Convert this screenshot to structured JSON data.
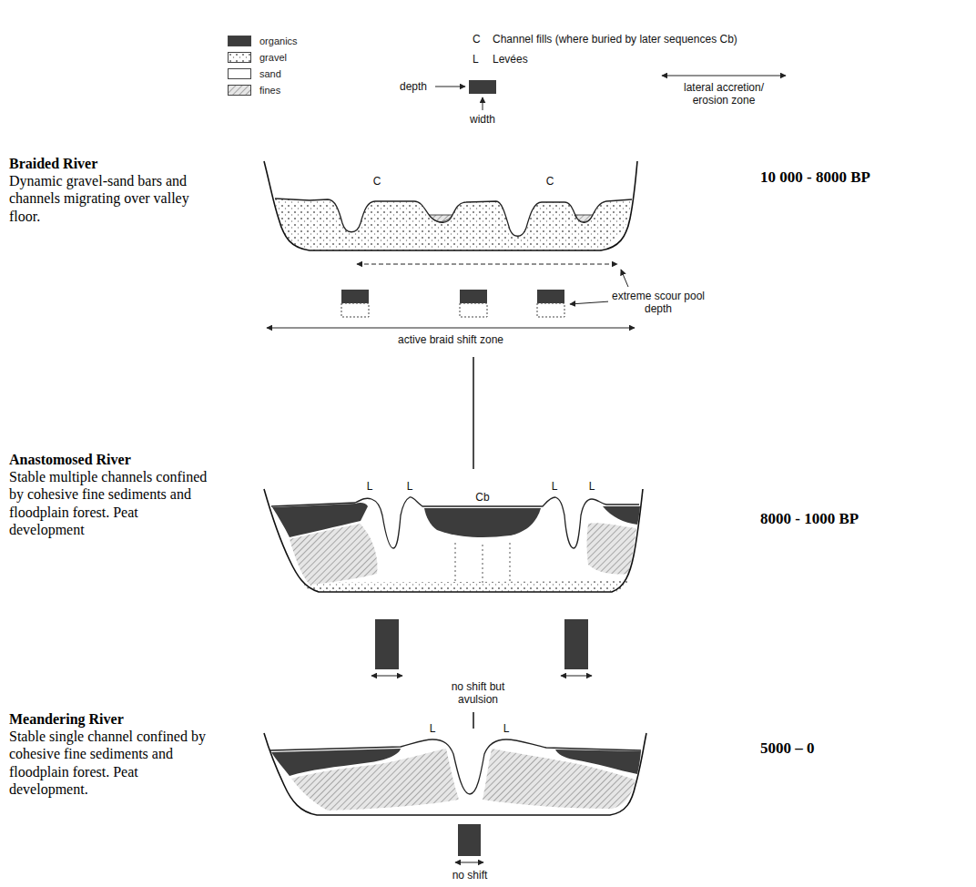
{
  "diagram": {
    "nodes": [
      {
        "text": [
          "Braided River",
          "Dynamic gravel-sand bars and channels migrating over valley floor.",
          "10 000 - 8000 BP"
        ]
      },
      {
        "text": [
          "Anastomosed River",
          "Stable multiple channels confined by cohesive fine sediments and floodplain forest. Peat development",
          "8000 - 1000 BP"
        ]
      },
      {
        "text": [
          "Meandering River",
          "Stable single channel confined by cohesive fine sediments and floodplain forest. Peat development.",
          "5000 – 0"
        ]
      }
    ],
    "edges": [
      {
        "from": 0,
        "to": 1,
        "arrow": "none"
      },
      {
        "from": 1,
        "to": 2,
        "arrow": "none"
      }
    ],
    "labels": [
      "C",
      "Channel fills (where buried by later sequences Cb)",
      "L",
      "Levées",
      "depth",
      "width",
      "lateral accretion/ erosion zone",
      "C",
      "C",
      "extreme scour pool depth",
      "active braid shift zone",
      "L",
      "L",
      "Cb",
      "L",
      "L",
      "no shift but avulsion",
      "L",
      "L",
      "no shift"
    ],
    "legend": [
      {
        "text": "organics",
        "color": "#3c3c3c"
      },
      {
        "text": "gravel"
      },
      {
        "text": "sand",
        "color": "#ffffff"
      },
      {
        "text": "fines"
      }
    ]
  }
}
